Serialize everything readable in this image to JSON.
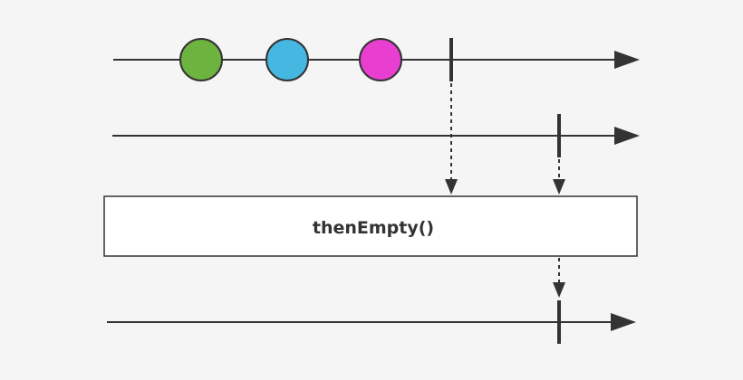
{
  "diagram": {
    "type": "marble-diagram",
    "operator": {
      "label": "thenEmpty()"
    },
    "colors": {
      "background": "#f5f5f5",
      "line": "#333333",
      "box_fill": "#ffffff",
      "box_stroke": "#333333"
    },
    "source_timeline": {
      "marbles": [
        {
          "name": "green-marble",
          "color": "#6db33f"
        },
        {
          "name": "blue-marble",
          "color": "#45b7e0"
        },
        {
          "name": "magenta-marble",
          "color": "#e83fd0"
        }
      ],
      "has_completion": true
    },
    "other_timeline": {
      "marbles": [],
      "has_completion": true
    },
    "result_timeline": {
      "marbles": [],
      "has_completion": true
    }
  }
}
